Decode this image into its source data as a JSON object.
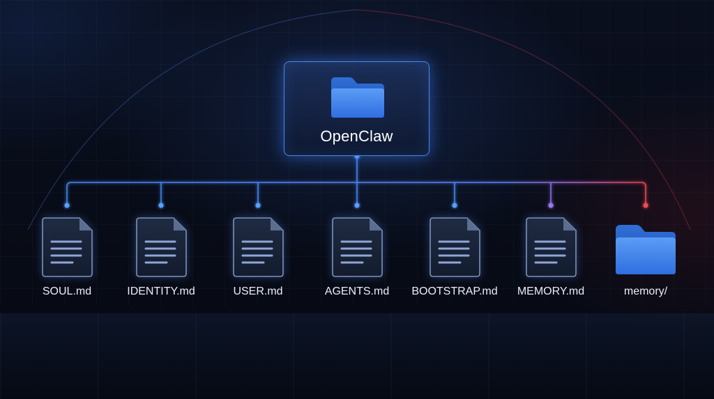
{
  "root": {
    "label": "OpenClaw",
    "icon": "folder-icon"
  },
  "children": [
    {
      "label": "SOUL.md",
      "icon": "document-icon"
    },
    {
      "label": "IDENTITY.md",
      "icon": "document-icon"
    },
    {
      "label": "USER.md",
      "icon": "document-icon"
    },
    {
      "label": "AGENTS.md",
      "icon": "document-icon"
    },
    {
      "label": "BOOTSTRAP.md",
      "icon": "document-icon"
    },
    {
      "label": "MEMORY.md",
      "icon": "document-icon"
    },
    {
      "label": "memory/",
      "icon": "folder-icon"
    }
  ],
  "colors": {
    "accent": "#3f86f0",
    "accent_red": "#e8454d",
    "background": "#070b16"
  }
}
